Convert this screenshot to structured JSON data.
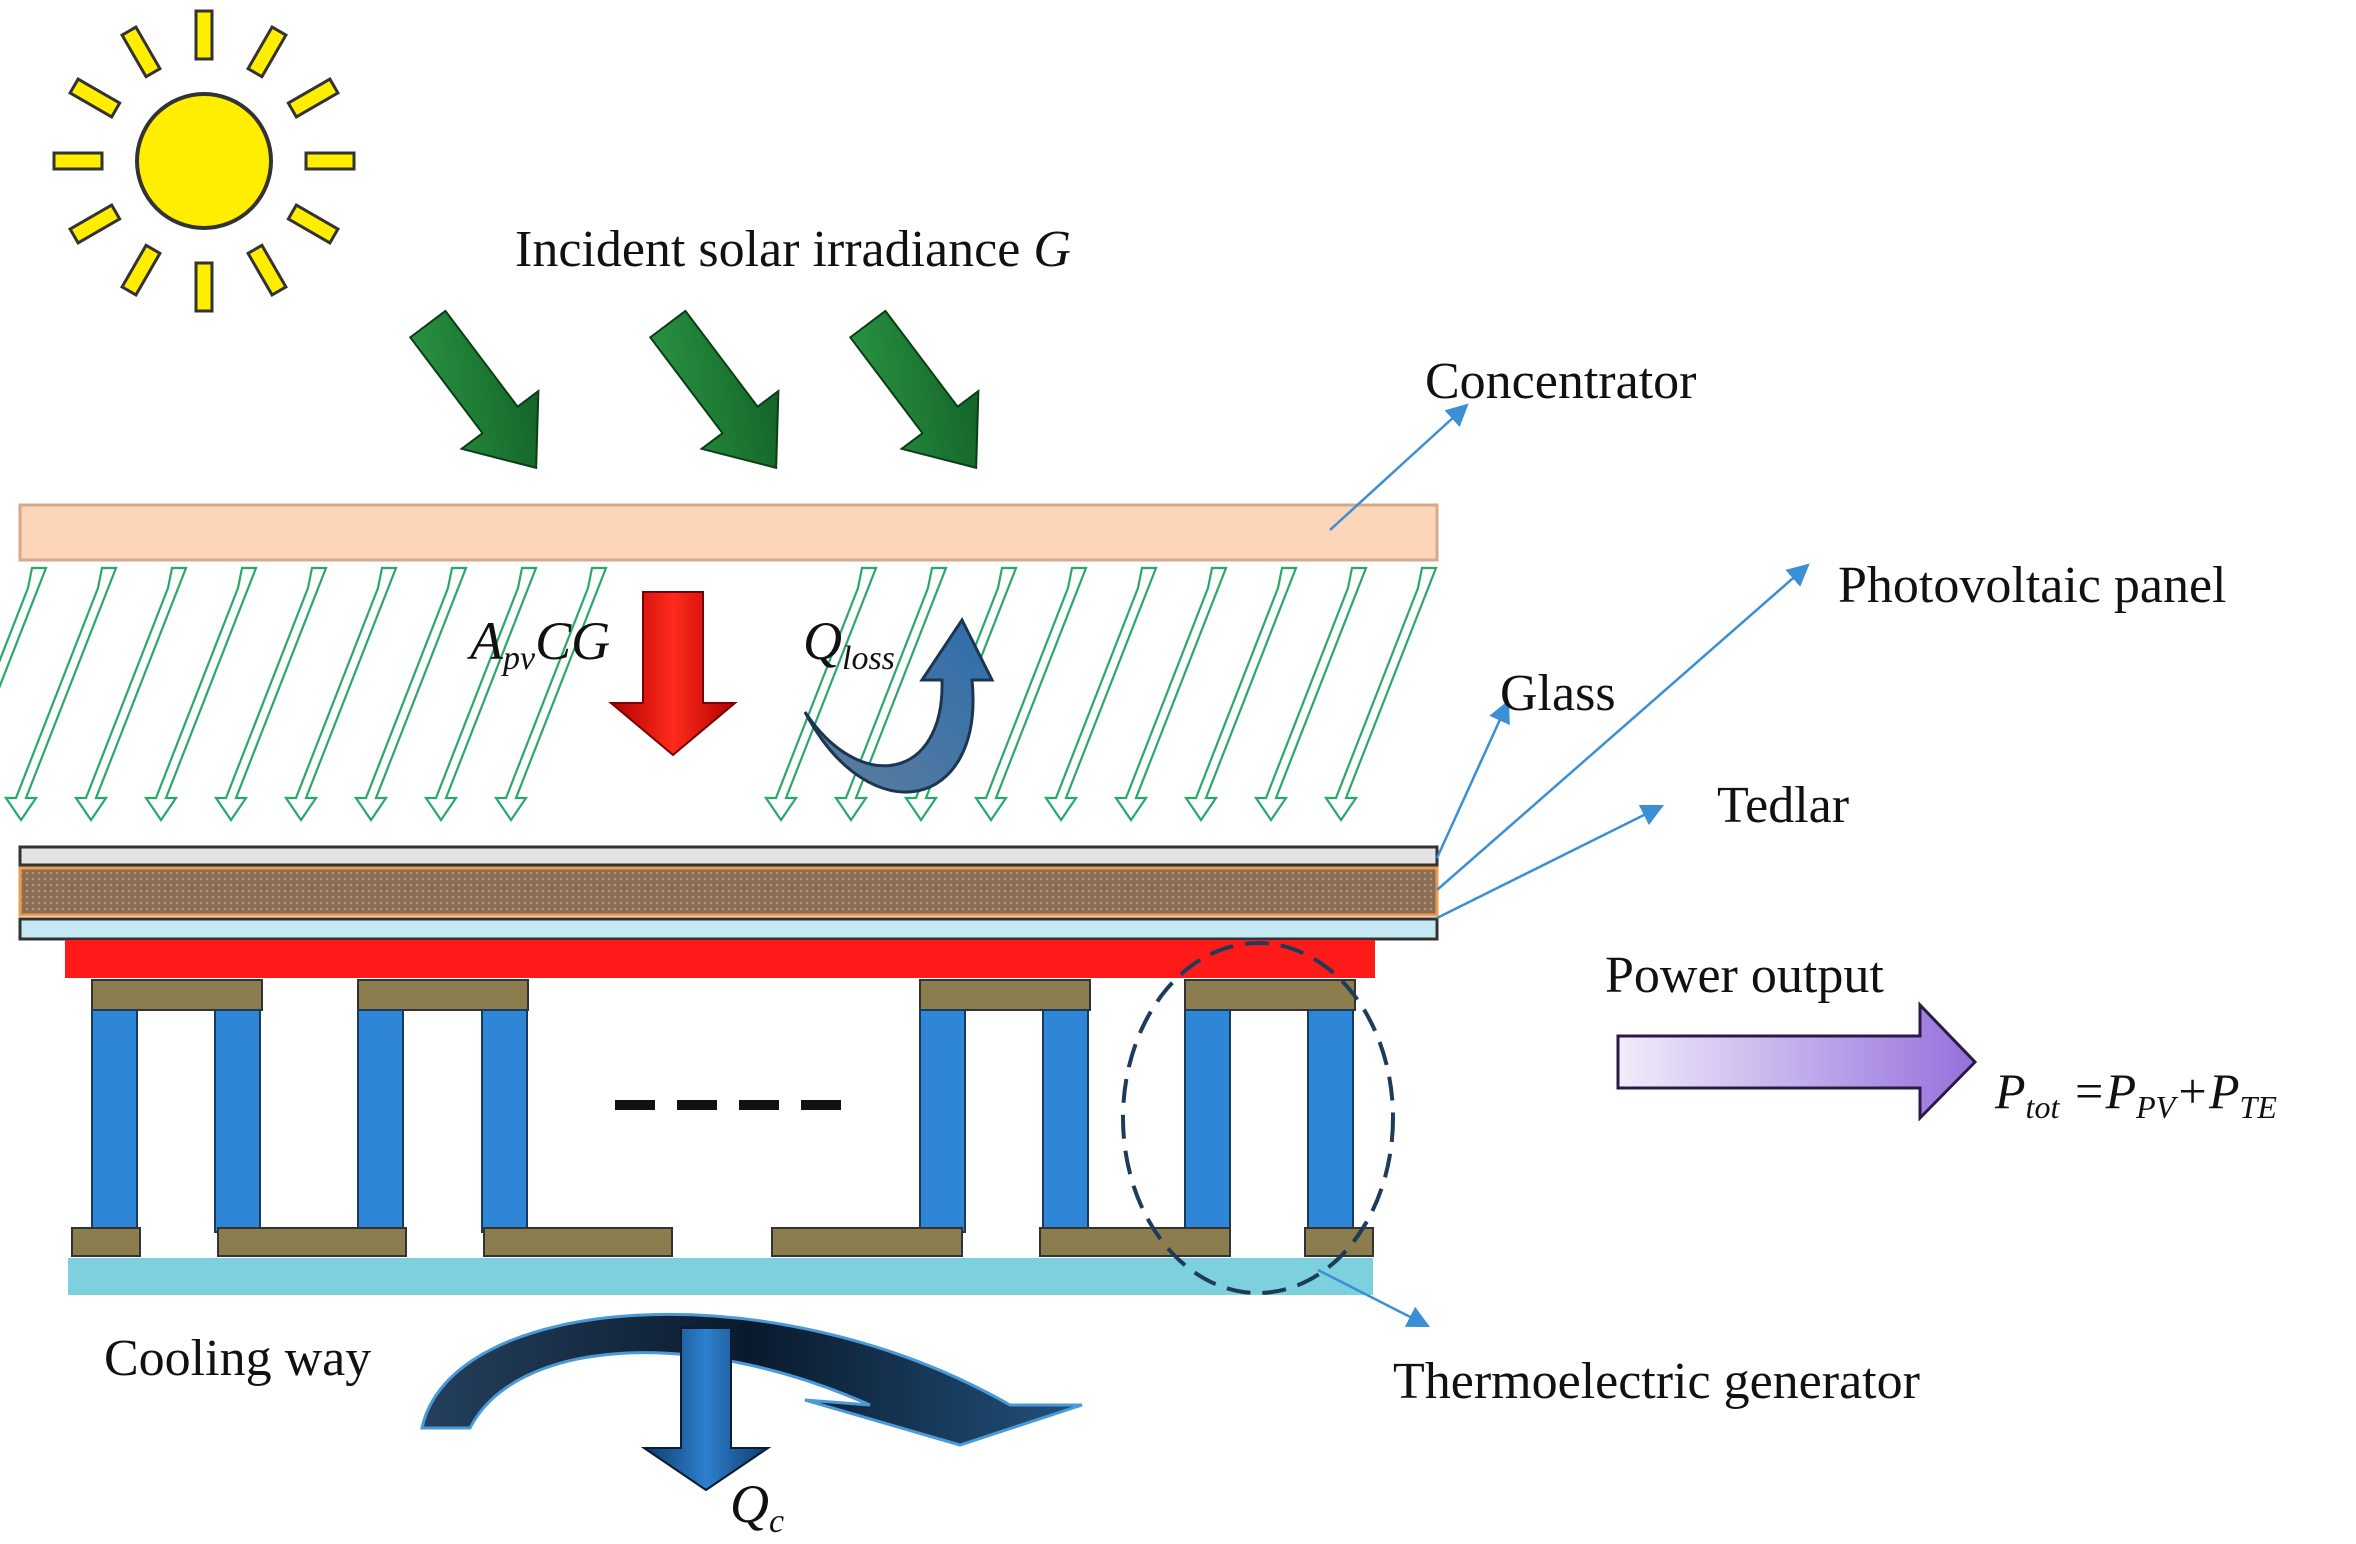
{
  "labels": {
    "incident_prefix": "Incident solar irradiance ",
    "incident_symbol": "G",
    "concentrator": "Concentrator",
    "photovoltaic_panel": "Photovoltaic panel",
    "glass": "Glass",
    "tedlar": "Tedlar",
    "power_output": "Power output",
    "cooling_way": "Cooling way",
    "thermoelectric_generator": "Thermoelectric generator"
  },
  "symbols": {
    "apvcg": {
      "main1": "A",
      "sub1": "pv",
      "main2": "CG"
    },
    "qloss": {
      "main": "Q",
      "sub": "loss"
    },
    "qc": {
      "main": "Q",
      "sub": "c"
    },
    "ptot": {
      "p1": "P",
      "s1": "tot",
      "eq": " =",
      "p2": "P",
      "s2": "PV",
      "plus": "+",
      "p3": "P",
      "s3": "TE"
    }
  },
  "colors": {
    "sun": "#ffee00",
    "sun_outline": "#333333",
    "green_arrow": "#1f7a33",
    "concentrator": "#fdd5b8",
    "ray_outline": "#2aa86a",
    "red_arrow": "#e8100c",
    "qloss_arrow": "#4d6f8e",
    "glass": "#e4e4e4",
    "pv_panel": "#8b6d55",
    "tedlar": "#c5e9f3",
    "hot_plate": "#ff1a1a",
    "conductor": "#8b7d4e",
    "te_leg": "#2f86d6",
    "cold_plate": "#7dd0de",
    "leader": "#3b8fd4",
    "power_arrow": "#a07de0",
    "cooling_arrow": "#0e2235",
    "dashed_circle": "#1f3b5a"
  }
}
